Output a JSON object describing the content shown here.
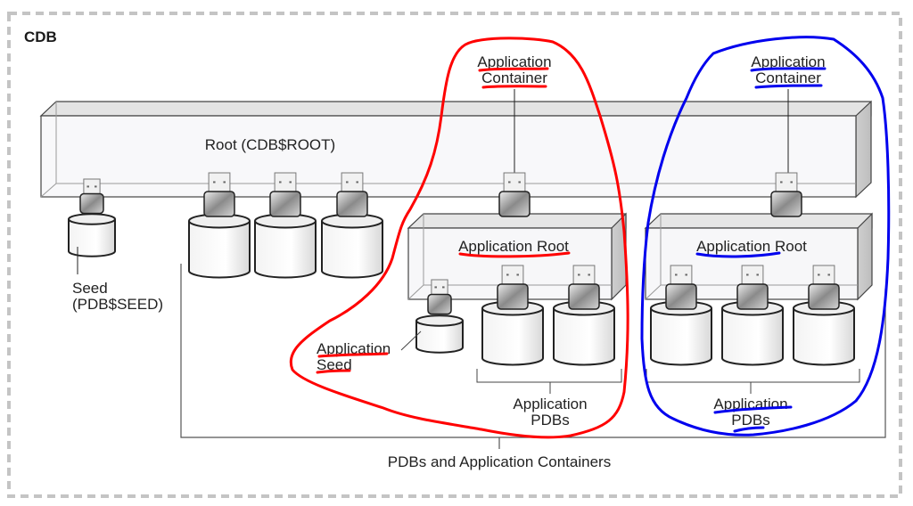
{
  "diagram": {
    "frame_label": "CDB",
    "root_label": "Root (CDB$ROOT)",
    "seed_label_line1": "Seed",
    "seed_label_line2": "(PDB$SEED)",
    "pdbs_and_app_containers_label": "PDBs and Application Containers",
    "standalone_pdb_count": 3,
    "app_containers": [
      {
        "title_line1": "Application",
        "title_line2": "Container",
        "root_label": "Application Root",
        "has_app_seed": true,
        "app_seed_line1": "Application",
        "app_seed_line2": "Seed",
        "pdbs_label_line1": "Application",
        "pdbs_label_line2": "PDBs",
        "app_pdb_count": 2,
        "annotation_color": "#ff0000"
      },
      {
        "title_line1": "Application",
        "title_line2": "Container",
        "root_label": "Application Root",
        "has_app_seed": false,
        "pdbs_label_line1": "Application",
        "pdbs_label_line2": "PDBs",
        "app_pdb_count": 3,
        "annotation_color": "#0000ee"
      }
    ]
  }
}
